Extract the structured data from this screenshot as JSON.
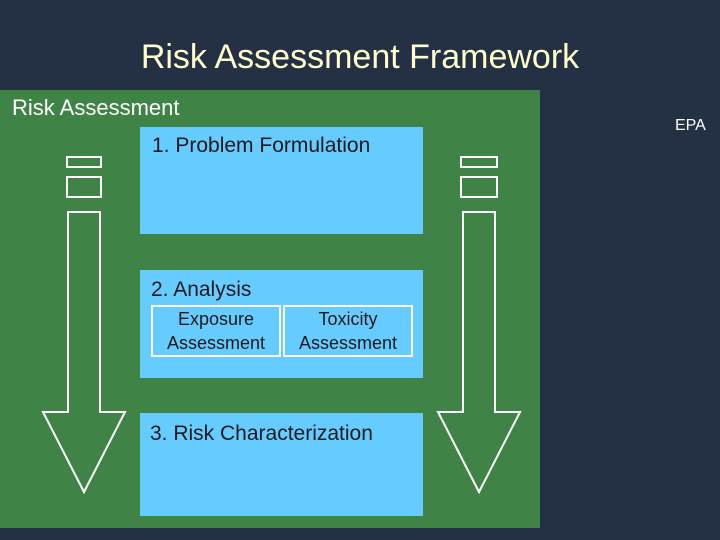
{
  "title": "Risk Assessment Framework",
  "panel_label": "Risk Assessment",
  "source_label": "EPA",
  "steps": [
    {
      "label": "1. Problem Formulation"
    },
    {
      "label": "2. Analysis"
    },
    {
      "label": "3. Risk Characterization"
    }
  ],
  "analysis_components": [
    {
      "line1": "Exposure",
      "line2": "Assessment"
    },
    {
      "line1": "Toxicity",
      "line2": "Assessment"
    }
  ],
  "colors": {
    "background": "#243044",
    "panel": "#3f8446",
    "step_box": "#66ccff",
    "title": "#ffffcc"
  }
}
